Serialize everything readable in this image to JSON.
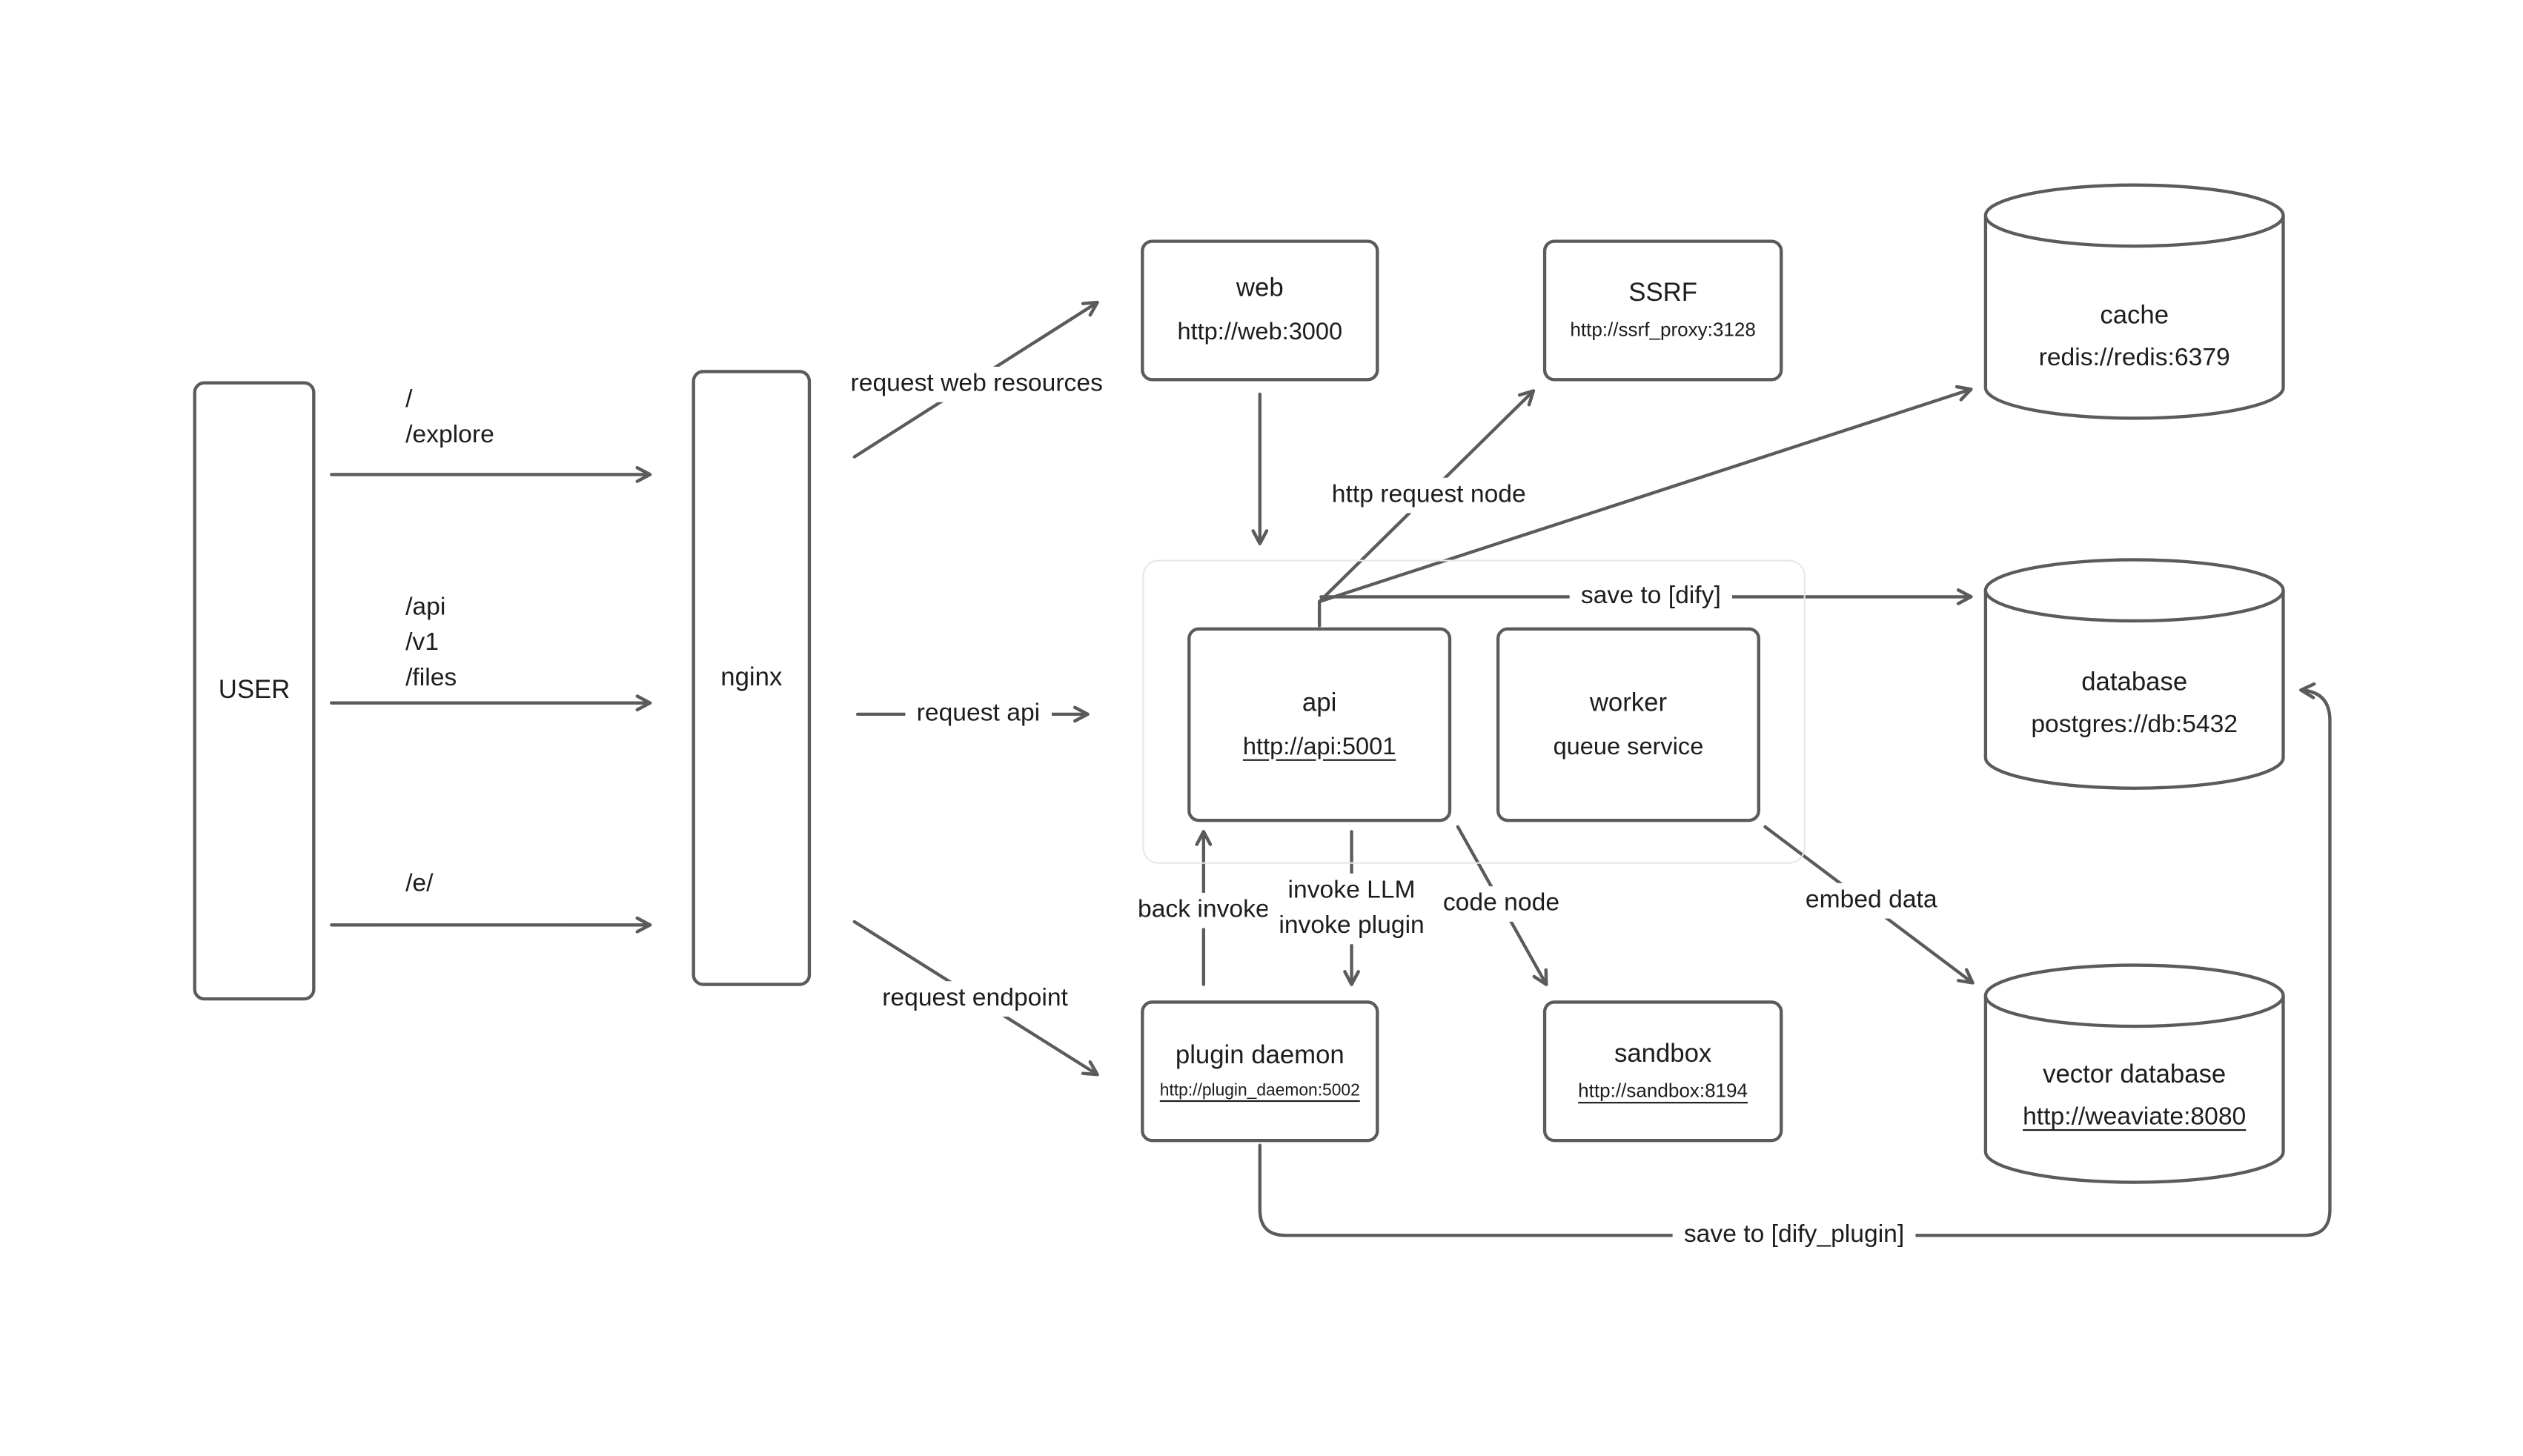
{
  "diagram": {
    "nodes": {
      "user": {
        "label": "USER"
      },
      "nginx": {
        "label": "nginx"
      },
      "web": {
        "title": "web",
        "subtitle": "http://web:3000"
      },
      "ssrf": {
        "title": "SSRF",
        "subtitle": "http://ssrf_proxy:3128"
      },
      "cache": {
        "title": "cache",
        "subtitle": "redis://redis:6379"
      },
      "api": {
        "title": "api",
        "subtitle": "http://api:5001"
      },
      "worker": {
        "title": "worker",
        "subtitle": "queue service"
      },
      "database": {
        "title": "database",
        "subtitle": "postgres://db:5432"
      },
      "vector_database": {
        "title": "vector database",
        "subtitle": "http://weaviate:8080"
      },
      "plugin_daemon": {
        "title": "plugin daemon",
        "subtitle": "http://plugin_daemon:5002"
      },
      "sandbox": {
        "title": "sandbox",
        "subtitle": "http://sandbox:8194"
      }
    },
    "labels": {
      "user_routes_web": [
        "/",
        "/explore"
      ],
      "user_routes_api": [
        "/api",
        "/v1",
        "/files"
      ],
      "user_routes_plugin": [
        "/e/"
      ],
      "request_web_resources": "request web resources",
      "request_api": "request api",
      "request_endpoint": "request endpoint",
      "http_request_node": "http request node",
      "save_to_dify": "save to [dify]",
      "back_invoke": "back invoke",
      "invoke_llm": "invoke LLM",
      "invoke_plugin": "invoke plugin",
      "code_node": "code node",
      "embed_data": "embed data",
      "save_to_dify_plugin": "save to [dify_plugin]"
    },
    "colors": {
      "stroke": "#5b5b5b",
      "text": "#1d1d1f",
      "group_border": "#e7e7e7",
      "background": "#ffffff"
    }
  }
}
